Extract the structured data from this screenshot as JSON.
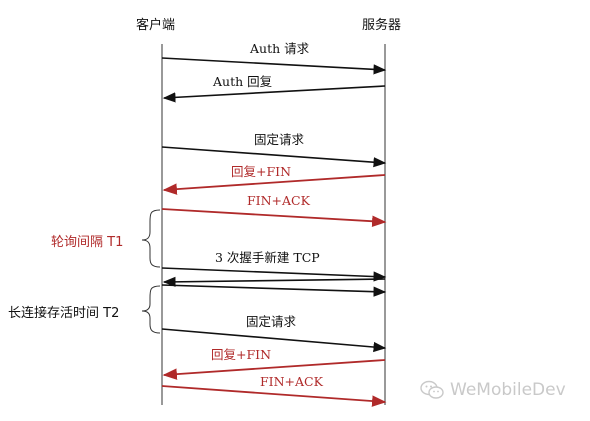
{
  "lanes": {
    "client": "客户端",
    "server": "服务器"
  },
  "colors": {
    "black": "#111111",
    "red": "#b02a2a"
  },
  "messages": [
    {
      "label": "Auth 请求",
      "from": "client",
      "color": "black"
    },
    {
      "label": "Auth  回复",
      "from": "server",
      "color": "black"
    },
    {
      "label": "固定请求",
      "from": "client",
      "color": "black"
    },
    {
      "label": "回复+FIN",
      "from": "server",
      "color": "red"
    },
    {
      "label": "FIN+ACK",
      "from": "client",
      "color": "red"
    },
    {
      "label": "3 次握手新建 TCP",
      "from": "both",
      "color": "black"
    },
    {
      "label": "固定请求",
      "from": "client",
      "color": "black"
    },
    {
      "label": "回复+FIN",
      "from": "server",
      "color": "red"
    },
    {
      "label": "FIN+ACK",
      "from": "client",
      "color": "red"
    }
  ],
  "intervals": {
    "polling": {
      "label": "轮询间隔 T1",
      "color": "red"
    },
    "keepalive": {
      "label": "长连接存活时间 T2",
      "color": "black"
    }
  },
  "watermark": "WeMobileDev"
}
